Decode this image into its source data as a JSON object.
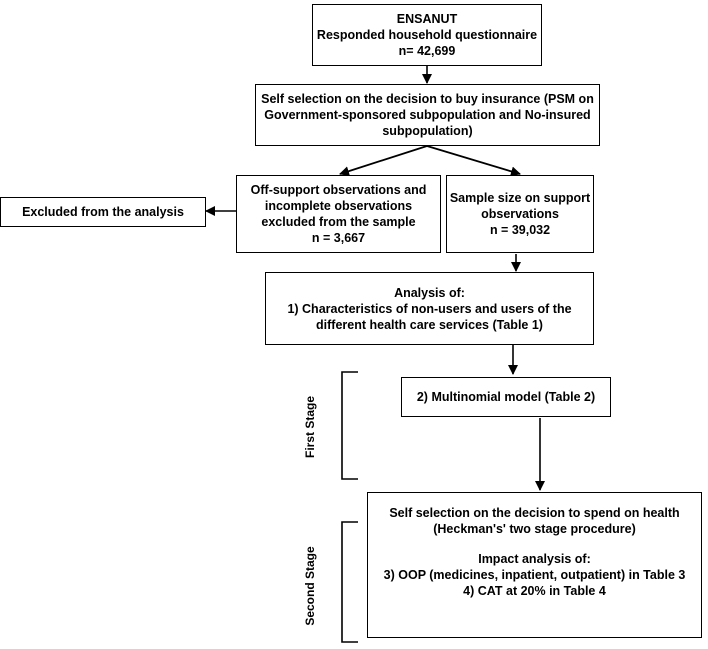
{
  "boxes": {
    "ensanut": {
      "lines": [
        "ENSANUT",
        "Responded household questionnaire",
        "n= 42,699"
      ]
    },
    "self_selection_insurance": {
      "lines": [
        "Self selection on the decision to buy insurance (PSM on",
        "Government-sponsored subpopulation and No-insured",
        "subpopulation)"
      ]
    },
    "off_support": {
      "lines": [
        "Off-support observations and",
        "incomplete observations",
        "excluded from the sample",
        "n = 3,667"
      ]
    },
    "on_support": {
      "lines": [
        "Sample size on support",
        "observations",
        "n = 39,032"
      ]
    },
    "excluded": {
      "lines": [
        "Excluded from the analysis"
      ]
    },
    "analysis": {
      "lines": [
        "Analysis of:",
        "1) Characteristics of non-users and users of the",
        "different health care services (Table 1)"
      ]
    },
    "multinomial": {
      "lines": [
        "2) Multinomial model (Table  2)"
      ]
    },
    "second_stage_box": {
      "lines_top": [
        "Self selection on the decision to spend on health",
        "(Heckman's' two stage procedure)"
      ],
      "lines_bottom": [
        "Impact analysis of:",
        "3) OOP (medicines, inpatient, outpatient)  in Table 3",
        "4) CAT at 20% in Table 4"
      ]
    }
  },
  "stages": {
    "first": "First Stage",
    "second": "Second Stage"
  }
}
